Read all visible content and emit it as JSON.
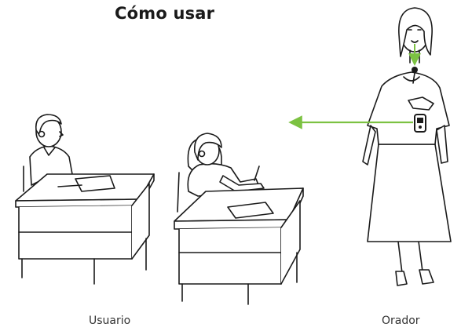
{
  "title": "Cómo usar",
  "labels": {
    "user": "Usuario",
    "speaker": "Orador"
  },
  "colors": {
    "arrow": "#7cc242",
    "line": "#1a1a1a",
    "background": "#ffffff"
  },
  "icons": {
    "microphone": "lapel-microphone-icon",
    "transmitter": "transmitter-device-icon",
    "hearing_aid": "hearing-aid-icon"
  }
}
